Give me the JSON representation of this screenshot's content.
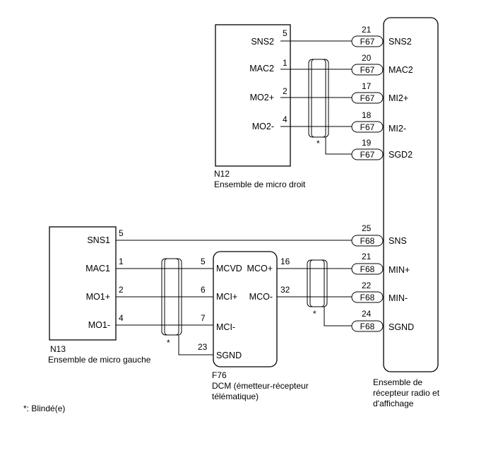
{
  "components": {
    "n12": {
      "code": "N12",
      "name": "Ensemble de micro droit",
      "pins": [
        {
          "signal": "SNS2",
          "pin": "5"
        },
        {
          "signal": "MAC2",
          "pin": "1"
        },
        {
          "signal": "MO2+",
          "pin": "2"
        },
        {
          "signal": "MO2-",
          "pin": "4"
        }
      ]
    },
    "n13": {
      "code": "N13",
      "name": "Ensemble de micro gauche",
      "pins": [
        {
          "signal": "SNS1",
          "pin": "5"
        },
        {
          "signal": "MAC1",
          "pin": "1"
        },
        {
          "signal": "MO1+",
          "pin": "2"
        },
        {
          "signal": "MO1-",
          "pin": "4"
        }
      ]
    },
    "f76": {
      "code": "F76",
      "name_line1": "DCM (émetteur-récepteur",
      "name_line2": "télématique)",
      "left_pins": [
        {
          "signal": "MCVD",
          "pin": "5"
        },
        {
          "signal": "MCI+",
          "pin": "6"
        },
        {
          "signal": "MCI-",
          "pin": "7"
        },
        {
          "signal": "SGND",
          "pin": "23"
        }
      ],
      "right_pins": [
        {
          "signal": "MCO+",
          "pin": "16"
        },
        {
          "signal": "MCO-",
          "pin": "32"
        }
      ]
    },
    "radio": {
      "name_line1": "Ensemble de",
      "name_line2": "récepteur radio et",
      "name_line3": "d'affichage",
      "f67_pins": [
        {
          "connector": "F67",
          "pin": "21",
          "signal": "SNS2"
        },
        {
          "connector": "F67",
          "pin": "20",
          "signal": "MAC2"
        },
        {
          "connector": "F67",
          "pin": "17",
          "signal": "MI2+"
        },
        {
          "connector": "F67",
          "pin": "18",
          "signal": "MI2-"
        },
        {
          "connector": "F67",
          "pin": "19",
          "signal": "SGD2"
        }
      ],
      "f68_pins": [
        {
          "connector": "F68",
          "pin": "25",
          "signal": "SNS"
        },
        {
          "connector": "F68",
          "pin": "21",
          "signal": "MIN+"
        },
        {
          "connector": "F68",
          "pin": "22",
          "signal": "MIN-"
        },
        {
          "connector": "F68",
          "pin": "24",
          "signal": "SGND"
        }
      ]
    }
  },
  "shields": {
    "marker": "*",
    "legend": "*: Blindé(e)"
  }
}
